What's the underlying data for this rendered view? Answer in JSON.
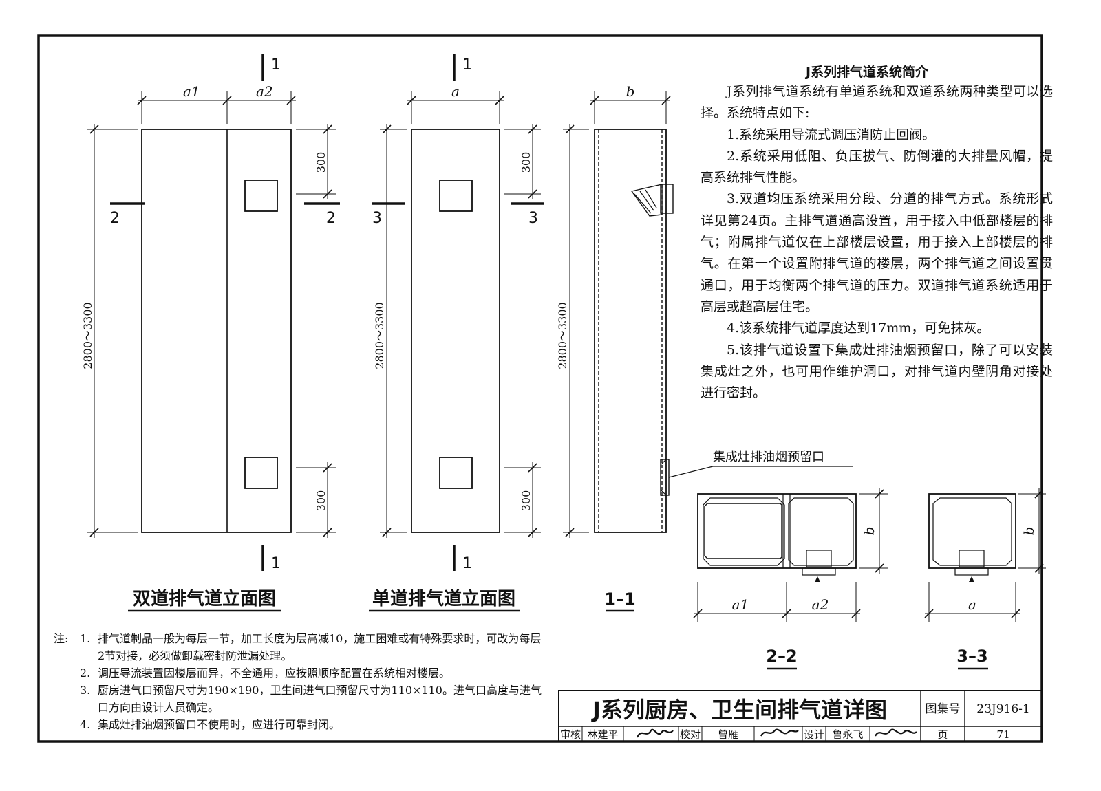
{
  "views": {
    "double": {
      "caption": "双道排气道立面图",
      "dim_a1": "a1",
      "dim_a2": "a2",
      "height": "2800～3300",
      "d300_top": "300",
      "d300_bottom": "300",
      "sec_top": "1",
      "sec_bottom": "1",
      "sec_left": "2",
      "sec_right": "2"
    },
    "single": {
      "caption": "单道排气道立面图",
      "dim_a": "a",
      "height": "2800～3300",
      "d300_top": "300",
      "d300_bottom": "300",
      "sec_top": "1",
      "sec_bottom": "1",
      "sec_left": "3",
      "sec_right": "3"
    },
    "section11": {
      "caption": "1–1",
      "dim_b": "b",
      "height": "2800～3300",
      "callout": "集成灶排油烟预留口"
    },
    "section22": {
      "caption": "2–2",
      "dim_a1": "a1",
      "dim_a2": "a2",
      "dim_b": "b"
    },
    "section33": {
      "caption": "3–3",
      "dim_a": "a",
      "dim_b": "b"
    }
  },
  "intro": {
    "title": "J系列排气道系统简介",
    "paragraphs": [
      "J系列排气道系统有单道系统和双道系统两种类型可以选择。系统特点如下:",
      "1.系统采用导流式调压消防止回阀。",
      "2.系统采用低阻、负压拔气、防倒灌的大排量风帽，提高系统排气性能。",
      "3.双道均压系统采用分段、分道的排气方式。系统形式详见第24页。主排气道通高设置，用于接入中低部楼层的排气；附属排气道仅在上部楼层设置，用于接入上部楼层的排气。在第一个设置附排气道的楼层，两个排气道之间设置贯通口，用于均衡两个排气道的压力。双道排气道系统适用于高层或超高层住宅。",
      "4.该系统排气道厚度达到17mm，可免抹灰。",
      "5.该排气道设置下集成灶排油烟预留口，除了可以安装集成灶之外，也可用作维护洞口，对排气道内壁阴角对接处进行密封。"
    ]
  },
  "notes": {
    "lead": "注:",
    "items": [
      {
        "num": "1.",
        "text": "排气道制品一般为每层一节，加工长度为层高减10，施工困难或有特殊要求时，可改为每层2节对接，必须做卸载密封防泄漏处理。"
      },
      {
        "num": "2.",
        "text": "调压导流装置因楼层而异，不全通用，应按照顺序配置在系统相对楼层。"
      },
      {
        "num": "3.",
        "text": "厨房进气口预留尺寸为190×190，卫生间进气口预留尺寸为110×110。进气口高度与进气口方向由设计人员确定。"
      },
      {
        "num": "4.",
        "text": "集成灶排油烟预留口不使用时，应进行可靠封闭。"
      }
    ]
  },
  "title_block": {
    "title": "J系列厨房、卫生间排气道详图",
    "atlas_label": "图集号",
    "atlas_no": "23J916-1",
    "review_label": "审核",
    "reviewer": "林建平",
    "check_label": "校对",
    "checker": "曾雁",
    "design_label": "设计",
    "designer": "鲁永飞",
    "page_label": "页",
    "page_no": "71"
  }
}
